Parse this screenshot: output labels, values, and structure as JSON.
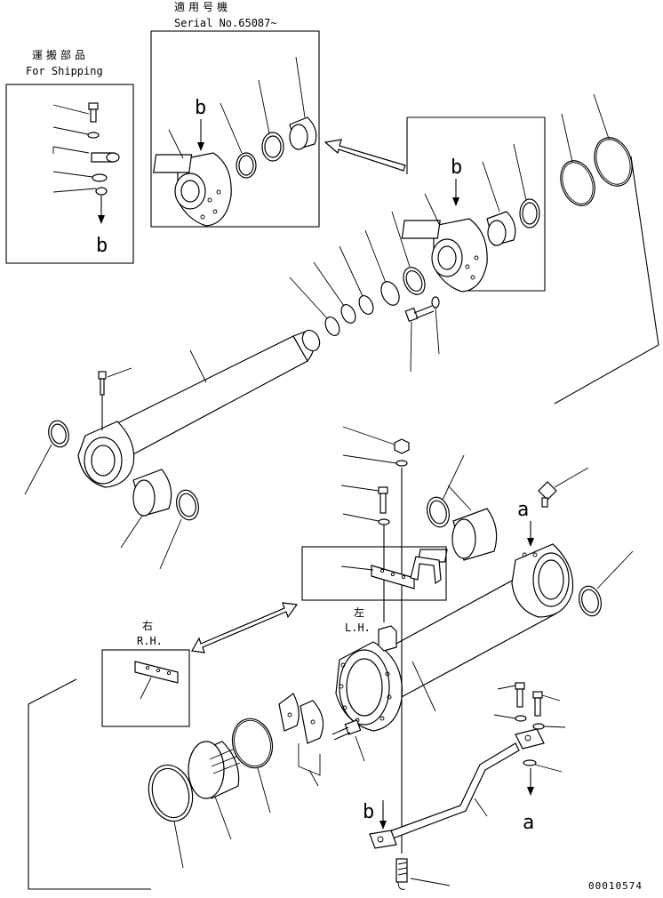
{
  "labels": {
    "shipping_jp": "運搬部品",
    "shipping_en": "For Shipping",
    "serial_jp": "適用号機",
    "serial_en": "Serial No.65087~",
    "right_jp": "右",
    "right_en": "R.H.",
    "left_jp": "左",
    "left_en": "L.H.",
    "ref_b": "b",
    "ref_a": "a",
    "drawing_no": "00010574"
  },
  "colors": {
    "ink": "#000000",
    "paper": "#ffffff"
  }
}
